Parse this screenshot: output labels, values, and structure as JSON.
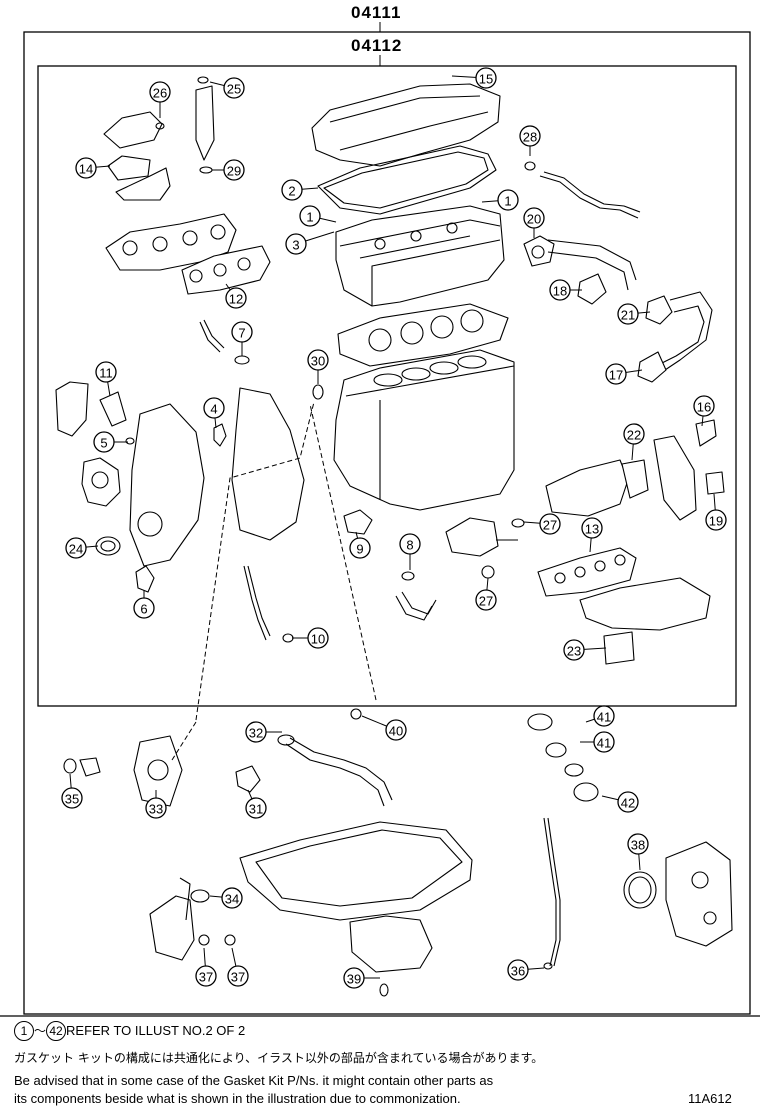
{
  "diagram": {
    "assembly_outer": "04111",
    "assembly_inner": "04112",
    "callouts": [
      {
        "id": "c1a",
        "num": "1"
      },
      {
        "id": "c1b",
        "num": "1"
      },
      {
        "id": "c2",
        "num": "2"
      },
      {
        "id": "c3",
        "num": "3"
      },
      {
        "id": "c4",
        "num": "4"
      },
      {
        "id": "c5",
        "num": "5"
      },
      {
        "id": "c6",
        "num": "6"
      },
      {
        "id": "c7",
        "num": "7"
      },
      {
        "id": "c8",
        "num": "8"
      },
      {
        "id": "c9",
        "num": "9"
      },
      {
        "id": "c10",
        "num": "10"
      },
      {
        "id": "c11",
        "num": "11"
      },
      {
        "id": "c12",
        "num": "12"
      },
      {
        "id": "c13",
        "num": "13"
      },
      {
        "id": "c14",
        "num": "14"
      },
      {
        "id": "c15",
        "num": "15"
      },
      {
        "id": "c16",
        "num": "16"
      },
      {
        "id": "c17",
        "num": "17"
      },
      {
        "id": "c18",
        "num": "18"
      },
      {
        "id": "c19",
        "num": "19"
      },
      {
        "id": "c20",
        "num": "20"
      },
      {
        "id": "c21",
        "num": "21"
      },
      {
        "id": "c22",
        "num": "22"
      },
      {
        "id": "c23",
        "num": "23"
      },
      {
        "id": "c24",
        "num": "24"
      },
      {
        "id": "c25",
        "num": "25"
      },
      {
        "id": "c26",
        "num": "26"
      },
      {
        "id": "c27a",
        "num": "27"
      },
      {
        "id": "c27b",
        "num": "27"
      },
      {
        "id": "c28",
        "num": "28"
      },
      {
        "id": "c29",
        "num": "29"
      },
      {
        "id": "c30",
        "num": "30"
      },
      {
        "id": "c31",
        "num": "31"
      },
      {
        "id": "c32",
        "num": "32"
      },
      {
        "id": "c33",
        "num": "33"
      },
      {
        "id": "c34",
        "num": "34"
      },
      {
        "id": "c35",
        "num": "35"
      },
      {
        "id": "c36",
        "num": "36"
      },
      {
        "id": "c37a",
        "num": "37"
      },
      {
        "id": "c37b",
        "num": "37"
      },
      {
        "id": "c38",
        "num": "38"
      },
      {
        "id": "c39",
        "num": "39"
      },
      {
        "id": "c40",
        "num": "40"
      },
      {
        "id": "c41a",
        "num": "41"
      },
      {
        "id": "c41b",
        "num": "41"
      },
      {
        "id": "c42",
        "num": "42"
      }
    ]
  },
  "notes": {
    "range_start": "1",
    "range_sep": "～",
    "range_end": "42",
    "refer": "REFER TO ILLUST NO.2 OF 2",
    "japanese": "ガスケット キットの構成には共通化により、イラスト以外の部品が含まれている場合があります。",
    "english_line1": "Be advised that in some case of the Gasket Kit P/Ns.  it might contain other parts as",
    "english_line2": "its components beside what is shown in the illustration due to commonization.",
    "figure_code": "11A612"
  }
}
